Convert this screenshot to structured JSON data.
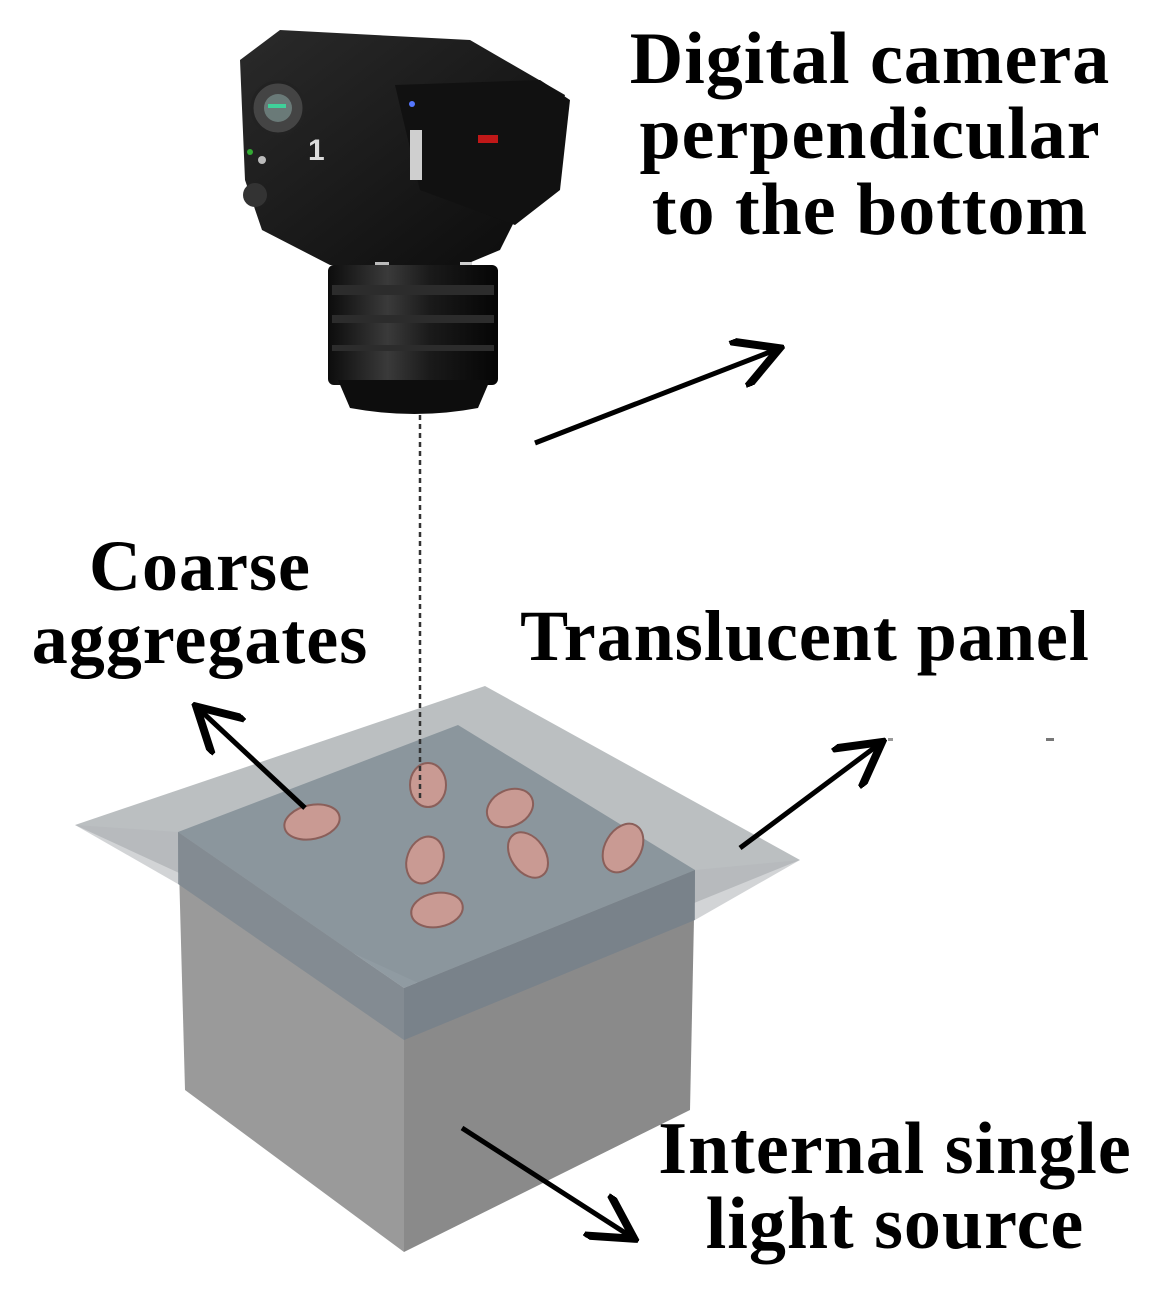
{
  "labels": {
    "camera": [
      "Digital camera",
      "perpendicular",
      "to the bottom"
    ],
    "coarse": [
      "Coarse",
      "aggregates"
    ],
    "panel": [
      "Translucent panel"
    ],
    "light": [
      "Internal single",
      "light source"
    ]
  },
  "colors": {
    "text": "#000000",
    "panel": "#a9adaf",
    "box_top": "#8a939a",
    "box_front": "#9b9b9b",
    "box_side": "#8c8c8c",
    "aggregate": "#c99a93",
    "camera_body": "#151515"
  }
}
